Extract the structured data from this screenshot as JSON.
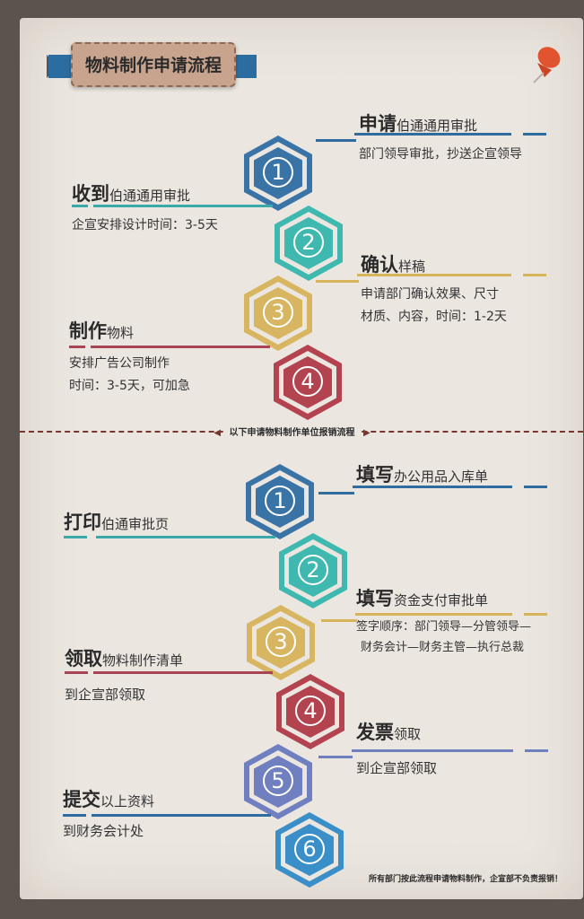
{
  "title": "物料制作申请流程",
  "divider_label": "以下申请物料制作单位报销流程",
  "footer": "所有部门按此流程申请物料制作，企宣部不负责报销！",
  "colors": {
    "blue": "#3a74a6",
    "teal": "#3fb8b0",
    "gold": "#d8b560",
    "red": "#b3434f",
    "purple": "#6f7fc0",
    "line_blue": "#2f6c9f",
    "line_teal": "#3aa9a9",
    "line_gold": "#d7b35a",
    "line_red": "#a84454"
  },
  "top_steps": [
    {
      "num": "1",
      "title": "申请",
      "sub": "伯通通用审批",
      "desc": [
        "部门领导审批，抄送企宣领导"
      ]
    },
    {
      "num": "2",
      "title": "收到",
      "sub": "伯通通用审批",
      "desc": [
        "企宣安排设计时间：3-5天"
      ]
    },
    {
      "num": "3",
      "title": "确认",
      "sub": "样稿",
      "desc": [
        "申请部门确认效果、尺寸",
        "材质、内容，时间：1-2天"
      ]
    },
    {
      "num": "4",
      "title": "制作",
      "sub": "物料",
      "desc": [
        "安排广告公司制作",
        "时间：3-5天，可加急"
      ]
    }
  ],
  "bottom_steps": [
    {
      "num": "1",
      "title": "填写",
      "sub": "办公用品入库单",
      "desc": []
    },
    {
      "num": "2",
      "title": "打印",
      "sub": "伯通审批页",
      "desc": []
    },
    {
      "num": "3",
      "title": "填写",
      "sub": "资金支付审批单",
      "desc": [
        "签字顺序：部门领导—分管领导—",
        "财务会计—财务主管—执行总裁"
      ]
    },
    {
      "num": "4",
      "title": "领取",
      "sub": "物料制作清单",
      "desc": [
        "到企宣部领取"
      ]
    },
    {
      "num": "5",
      "title": "发票",
      "sub": "领取",
      "desc": [
        "到企宣部领取"
      ]
    },
    {
      "num": "6",
      "title": "提交",
      "sub": "以上资料",
      "desc": [
        "到财务会计处"
      ]
    }
  ]
}
